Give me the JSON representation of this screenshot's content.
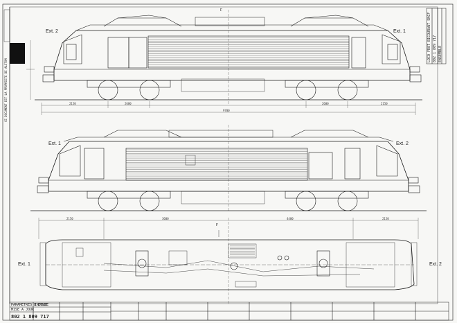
{
  "ends": {
    "ext1": "Ext. 1",
    "ext2": "Ext. 2"
  },
  "marks": {
    "f": "F"
  },
  "dimensions": {
    "side_top": [
      "2150",
      "2600",
      "2600",
      "2150"
    ],
    "side_top_total": "9700",
    "plan_top": [
      "2150",
      "3600",
      "4400",
      "2150"
    ]
  },
  "title_block": {
    "number": "802 1 809 717",
    "ref": "802 | 809 717",
    "right_vertical": [
      "LOCO FRET BICOURANT SNCF",
      "802 1 809 717",
      "ENSEMBLE"
    ],
    "bottom_small": [
      "PARAMETRES D'ETUDE",
      "MISE A JOUR",
      "INDICE"
    ],
    "left_vertical": "CE DOCUMENT EST LA PROPRIETE DE ALSTOM"
  },
  "colors": {
    "line": "#1a1a1a",
    "paper": "#f7f7f5",
    "block": "#111111"
  }
}
